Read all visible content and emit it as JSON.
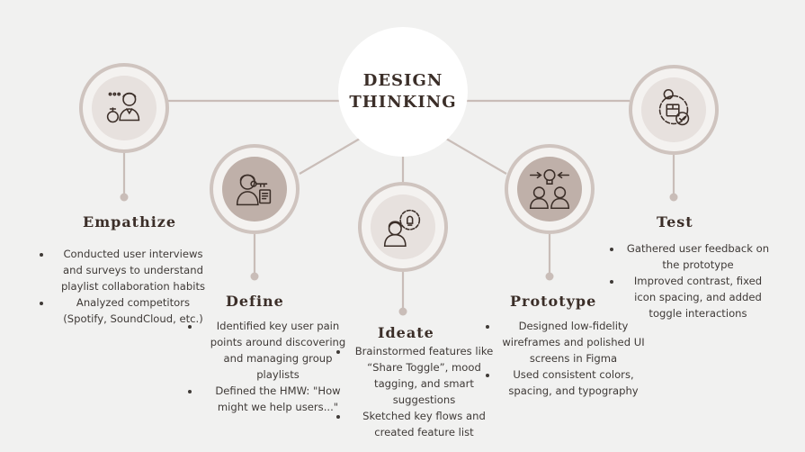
{
  "center": {
    "title": "DESIGN\nTHINKING"
  },
  "stages": {
    "empathize": {
      "title": "Empathize",
      "icon": "customer-service-person-icon",
      "bullets": [
        "Conducted user interviews and surveys to understand playlist collaboration habits",
        "Analyzed competitors (Spotify, SoundCloud, etc.)"
      ]
    },
    "define": {
      "title": "Define",
      "icon": "person-with-key-and-document-icon",
      "bullets": [
        "Identified key user pain points around discovering and managing group playlists",
        "Defined the HMW: \"How might we help users...\""
      ]
    },
    "ideate": {
      "title": "Ideate",
      "icon": "person-with-lightbulb-gear-icon",
      "bullets": [
        "Brainstormed features like “Share Toggle”, mood tagging, and smart suggestions",
        "Sketched key flows and created feature list"
      ]
    },
    "prototype": {
      "title": "Prototype",
      "icon": "two-people-with-lightbulb-icon",
      "bullets": [
        "Designed low-fidelity wireframes and polished UI screens in Figma",
        "Used consistent colors, spacing, and typography"
      ]
    },
    "test": {
      "title": "Test",
      "icon": "gear-with-box-and-checkmark-icon",
      "bullets": [
        "Gathered user feedback on the prototype",
        "Improved contrast, fixed icon spacing, and added toggle interactions"
      ]
    }
  },
  "colors": {
    "background": "#f1f1f0",
    "ring": "#cfc4bf",
    "connector": "#c9bdb8",
    "title": "#3b2e28",
    "icon_stroke": "#3b2e28"
  }
}
